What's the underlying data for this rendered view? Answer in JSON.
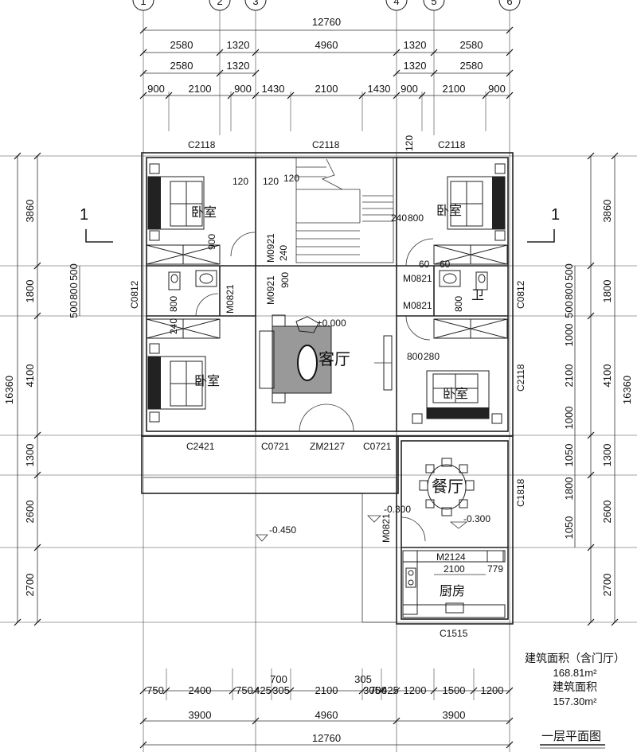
{
  "axes": [
    "1",
    "2",
    "3",
    "4",
    "5",
    "6"
  ],
  "dims_top": {
    "overall": "12760",
    "row1": [
      "2580",
      "1320",
      "4960",
      "1320",
      "2580"
    ],
    "row2": [
      "2580",
      "1320",
      "1320",
      "2580"
    ],
    "row3": [
      "900",
      "2100",
      "900",
      "1430",
      "2100",
      "1430",
      "900",
      "2100",
      "900"
    ]
  },
  "dims_bottom": {
    "row1": [
      "750",
      "2400",
      "750",
      "425",
      "305",
      "2100",
      "305",
      "700",
      "425",
      "1200",
      "1500",
      "1200"
    ],
    "extra": [
      "700",
      "305"
    ],
    "row2": [
      "3900",
      "4960",
      "3900"
    ],
    "overall": "12760"
  },
  "dims_left": {
    "rows": [
      "3860",
      "1800",
      "4100",
      "1300",
      "2600",
      "2700"
    ],
    "overall": "16360",
    "bath": [
      "500",
      "800",
      "500"
    ]
  },
  "dims_right": {
    "rows": [
      "3860",
      "1800",
      "4100",
      "1300",
      "2600",
      "2700"
    ],
    "overall": "16360",
    "bath": [
      "500",
      "800",
      "500"
    ],
    "bedroom": [
      "1000",
      "2100",
      "1000"
    ],
    "dining": [
      "1050",
      "1800",
      "1050"
    ]
  },
  "openings": {
    "c2118_tl": "C2118",
    "c2118_tm": "C2118",
    "c2118_tr": "C2118",
    "c2421": "C2421",
    "c0721_l": "C0721",
    "zm2127": "ZM2127",
    "c0721_r": "C0721",
    "c0812_l": "C0812",
    "c0812_r": "C0812",
    "c2118_r": "C2118",
    "c1818": "C1818",
    "m0921_a": "M0921",
    "m0921_b": "M0921",
    "m0821_l": "M0821",
    "m0821_r1": "M0821",
    "m0821_r2": "M0821",
    "m0821_b": "M0821",
    "m2124": "M2124",
    "c1515": "C1515"
  },
  "rooms": {
    "bedroom_tl": "卧室",
    "bedroom_tr": "卧室",
    "bedroom_bl": "卧室",
    "bedroom_br": "卧室",
    "living": "客厅",
    "dining": "餐厅",
    "kitchen": "厨房",
    "bath_r": "卫"
  },
  "small_dims": {
    "d120a": "120",
    "d120b": "120",
    "d120c": "120",
    "d120d": "120",
    "d240a": "240",
    "d240b": "240",
    "d240c": "240",
    "d800a": "800",
    "d800b": "800",
    "d800c": "800",
    "d800d": "800",
    "d900a": "900",
    "d900b": "900",
    "d60a": "60",
    "d60b": "60",
    "d280": "280",
    "d2100k": "2100",
    "d779": "779"
  },
  "levels": {
    "living": "±0.000",
    "outdoor": "-0.450",
    "dining": "-0.300",
    "side": "-0.300"
  },
  "section": {
    "left": "1",
    "right": "1"
  },
  "area": {
    "label1": "建筑面积（含门厅）",
    "value1": "168.81m²",
    "label2": "建筑面积",
    "value2": "157.30m²"
  },
  "title": "一层平面图"
}
